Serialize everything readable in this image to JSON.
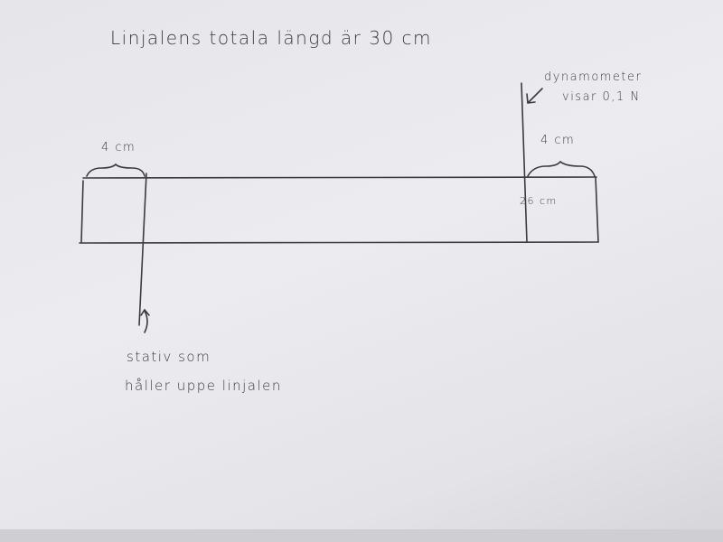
{
  "title": "Linjalens totala längd är 30 cm",
  "dynamometer": {
    "line1": "dynamometer",
    "line2": "visar 0,1 N"
  },
  "left_distance": "4 cm",
  "right_distance": "4 cm",
  "position_label": "26 cm",
  "stand": {
    "line1": "stativ som",
    "line2": "håller uppe linjalen"
  },
  "colors": {
    "ink": "#3a3a40",
    "paper": "#e8e8ec"
  }
}
